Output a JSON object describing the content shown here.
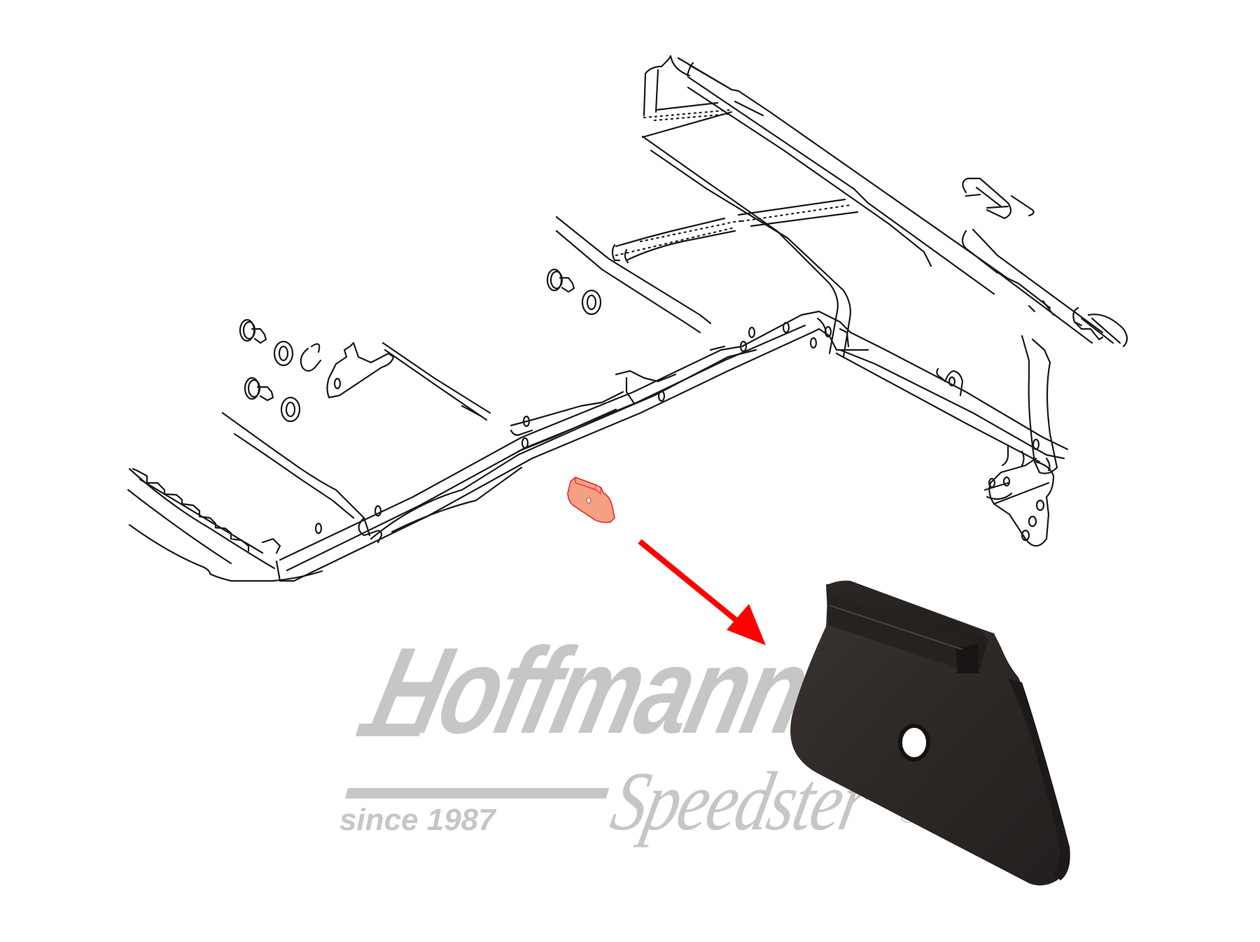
{
  "logo": {
    "brand": "Hoffmann",
    "sub_brand": "Speedster",
    "tagline": "since 1987",
    "registered_mark": "®",
    "color": "#c6c6c6"
  },
  "diagram": {
    "line_color": "#1a1a1a",
    "highlight_part": {
      "fill": "#f4a083",
      "stroke": "#e8202a"
    },
    "arrow_color": "#ff0000"
  },
  "photo": {
    "part_color": "#2e2a28",
    "hole_color": "#ffffff"
  }
}
